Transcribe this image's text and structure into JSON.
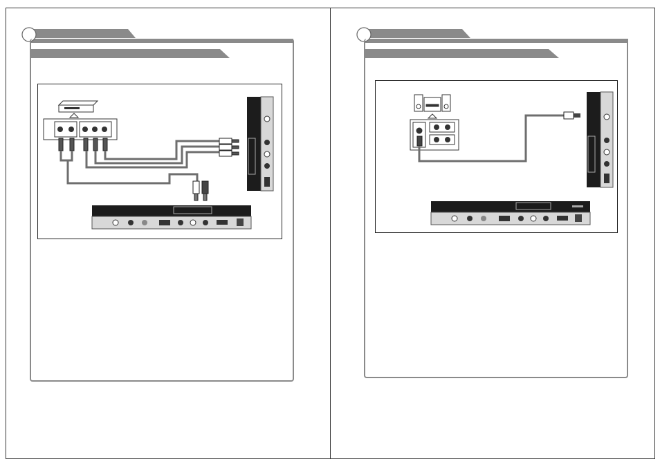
{
  "pages": [
    {
      "name": "left-page",
      "figure": "component-av-connection-diagram"
    },
    {
      "name": "right-page",
      "figure": "coaxial-audio-connection-diagram"
    }
  ],
  "colors": {
    "header_tab": "#8a8a8a",
    "panel_border": "#8a8a8a",
    "tv_panel": "#1c1c1c",
    "cable": "#6e6e6e"
  }
}
